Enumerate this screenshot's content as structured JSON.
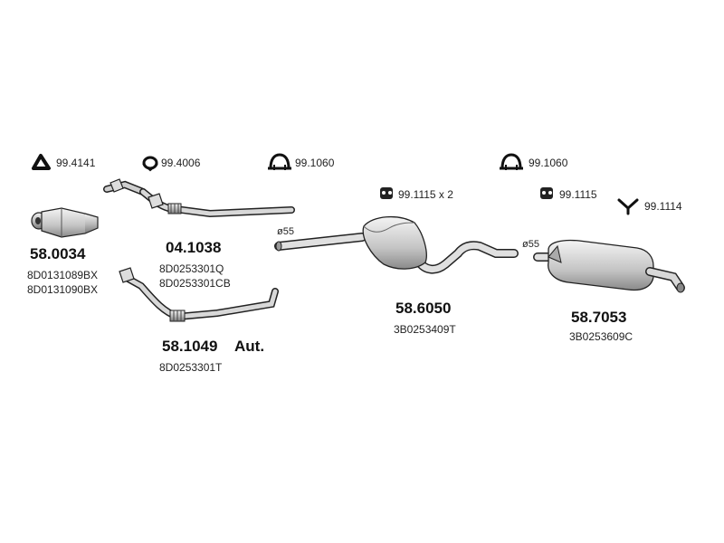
{
  "hardware": {
    "gasket_1": "99.4141",
    "gasket_2": "99.4006",
    "clamp_1": "99.1060",
    "clamp_2": "99.1060",
    "hanger_mid": "99.1115 x 2",
    "hanger_rear": "99.1115",
    "hanger_tail": "99.1114"
  },
  "diameters": {
    "mid": "ø55",
    "rear": "ø55"
  },
  "parts": {
    "catalyst": {
      "code": "58.0034",
      "oem_1": "8D0131089BX",
      "oem_2": "8D0131090BX"
    },
    "front_pipe": {
      "code": "04.1038",
      "oem_1": "8D0253301Q",
      "oem_2": "8D0253301CB"
    },
    "front_pipe_auto": {
      "code": "58.1049",
      "suffix": "Aut.",
      "oem_1": "8D0253301T"
    },
    "middle_silencer": {
      "code": "58.6050",
      "oem_1": "3B0253409T"
    },
    "rear_silencer": {
      "code": "58.7053",
      "oem_1": "3B0253609C"
    }
  }
}
